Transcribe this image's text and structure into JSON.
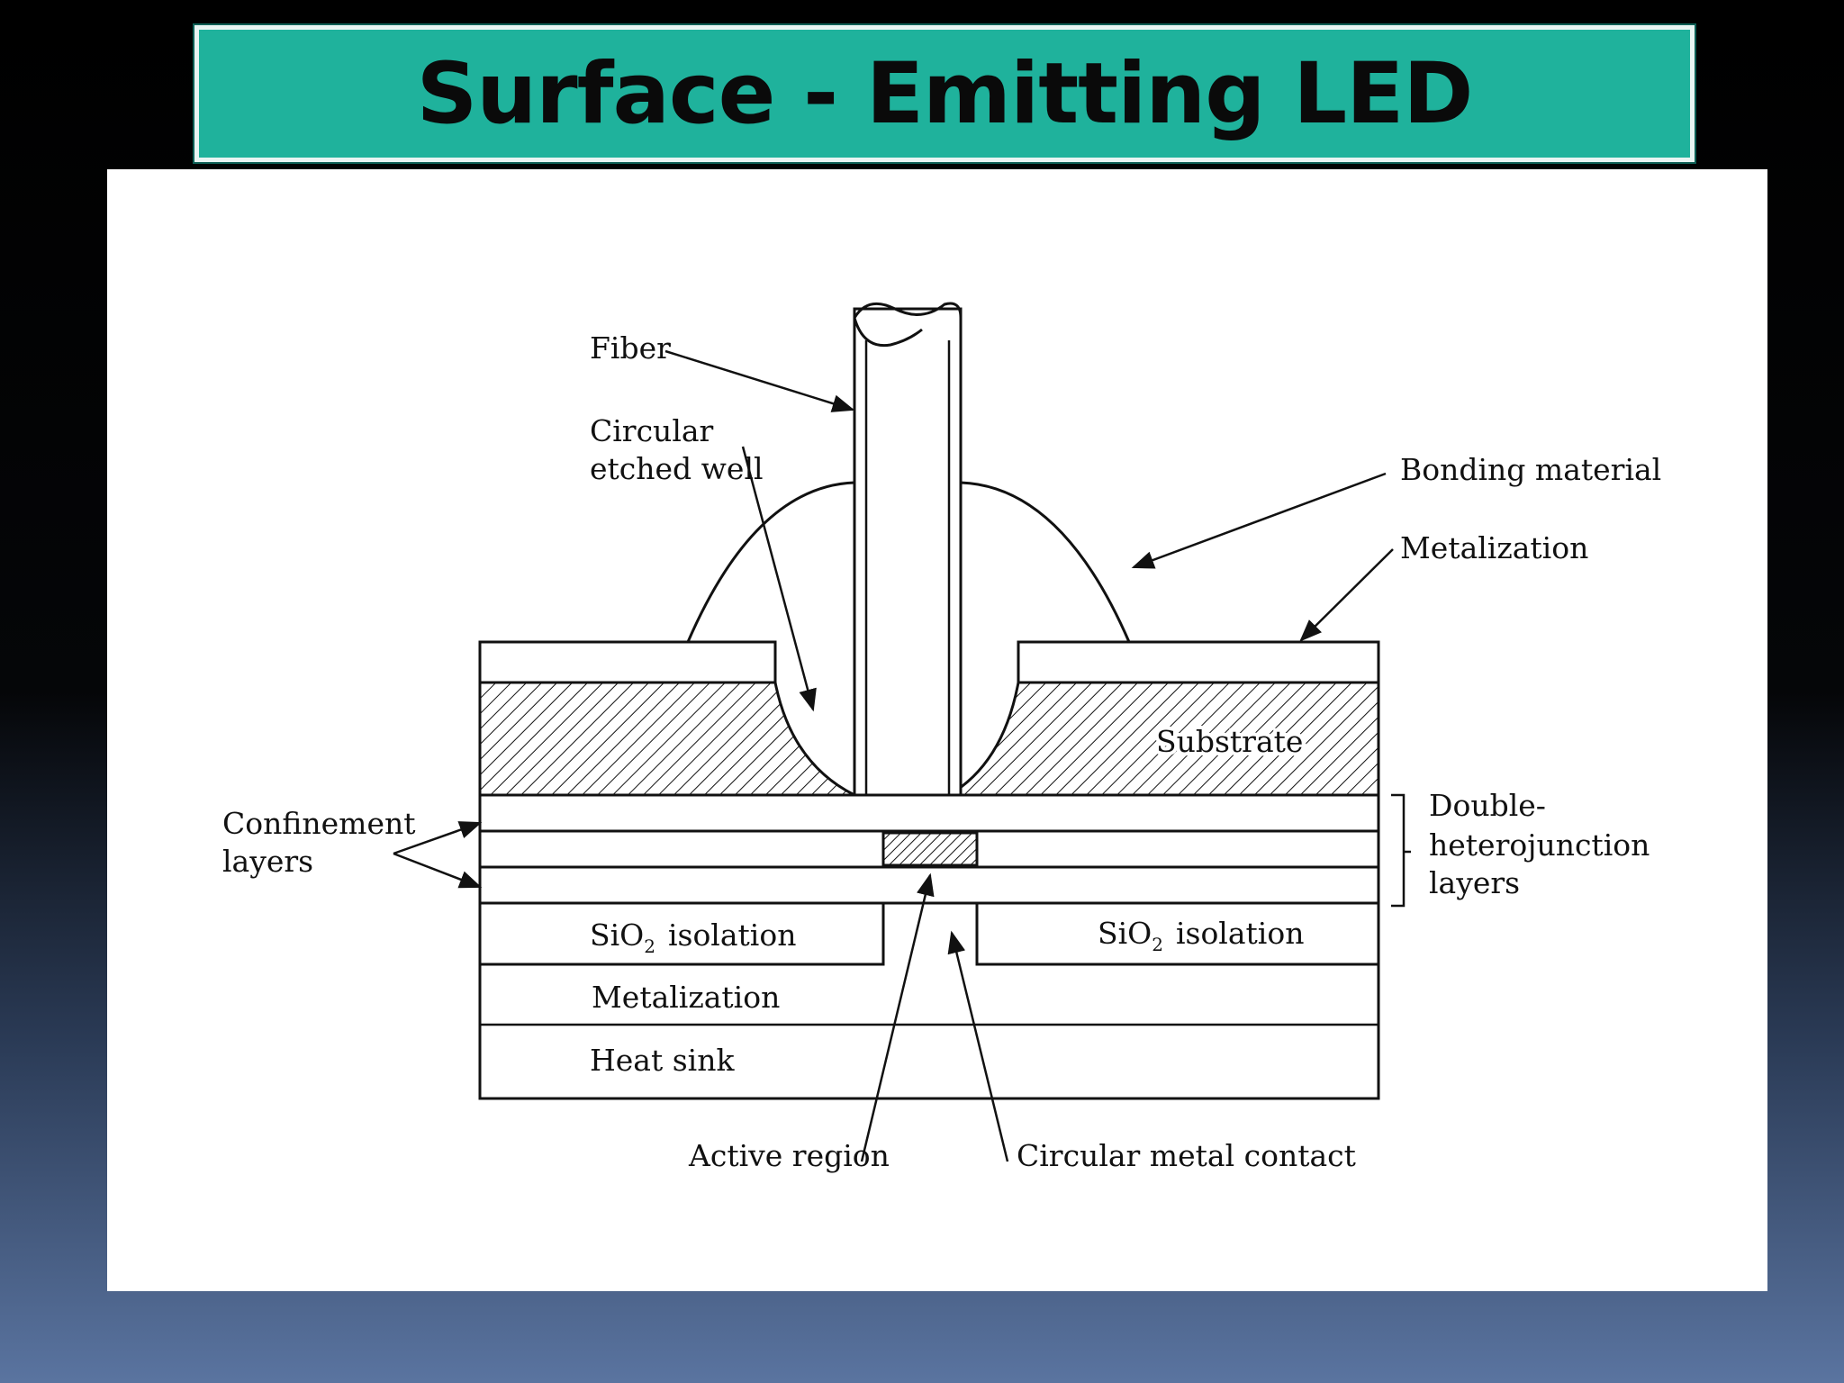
{
  "title": "Surface - Emitting LED",
  "labels": {
    "fiber": "Fiber",
    "etched_well_1": "Circular",
    "etched_well_2": "etched well",
    "bonding": "Bonding material",
    "metalization_top": "Metalization",
    "substrate": "Substrate",
    "confinement_1": "Confinement",
    "confinement_2": "layers",
    "dh_1": "Double-",
    "dh_2": "heterojunction",
    "dh_3": "layers",
    "sio2_left": "SiO",
    "sio2_right": "SiO",
    "sio2_sub": "2",
    "isolation": "isolation",
    "metalization_bottom": "Metalization",
    "heat_sink": "Heat sink",
    "active_region": "Active region",
    "metal_contact": "Circular metal contact"
  }
}
